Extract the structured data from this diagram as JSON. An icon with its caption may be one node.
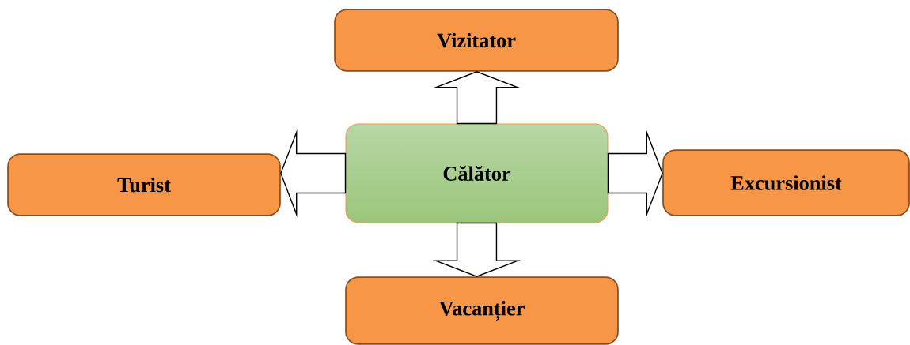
{
  "diagram": {
    "nodes": [
      {
        "text": [
          "Călător"
        ]
      },
      {
        "text": [
          "Vizitator"
        ]
      },
      {
        "text": [
          "Turist"
        ]
      },
      {
        "text": [
          "Excursionist"
        ]
      },
      {
        "text": [
          "Vacanțier"
        ]
      }
    ],
    "edges": [
      {
        "from": 0,
        "to": 1,
        "arrow": "to"
      },
      {
        "from": 0,
        "to": 2,
        "arrow": "to"
      },
      {
        "from": 0,
        "to": 3,
        "arrow": "to"
      },
      {
        "from": 0,
        "to": 4,
        "arrow": "to"
      }
    ]
  }
}
